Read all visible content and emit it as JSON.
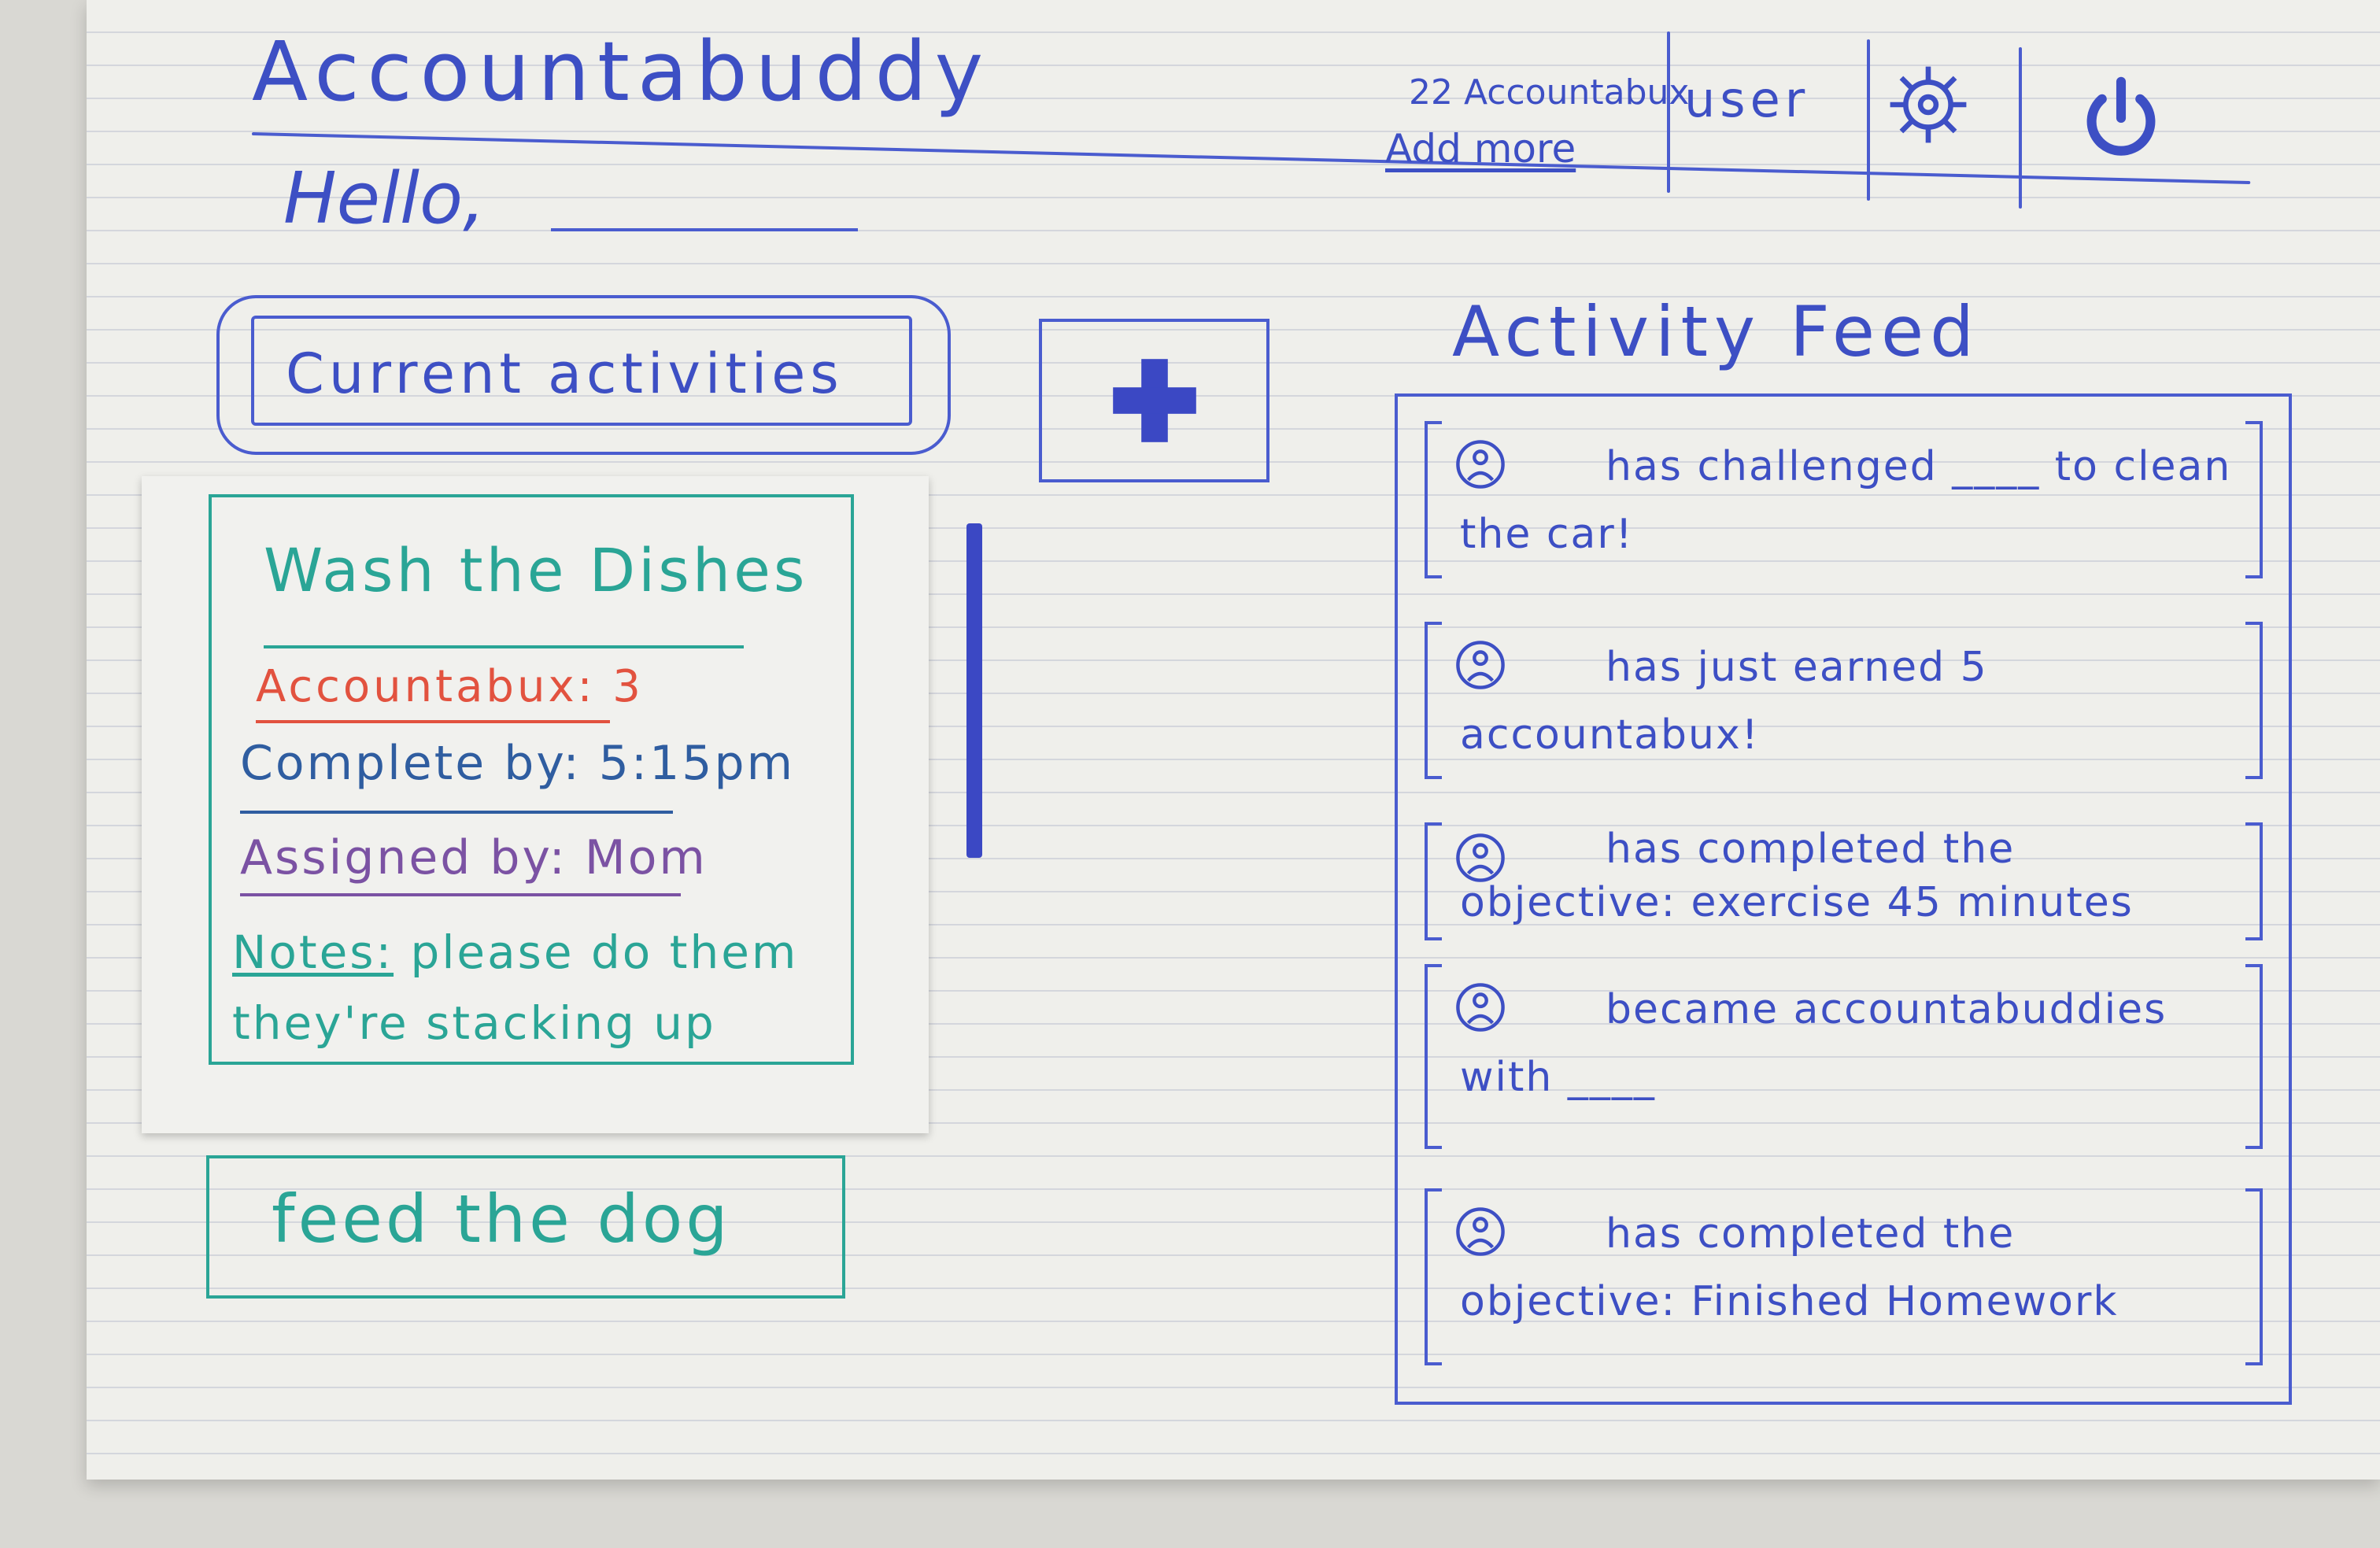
{
  "header": {
    "app_title": "Accountabuddy",
    "bux_count": "22 Accountabux",
    "add_more": "Add more",
    "user": "user",
    "greeting": "Hello,"
  },
  "icons": {
    "settings": "gear-icon",
    "logout": "power-icon",
    "add": "plus-icon",
    "avatar": "user-avatar-icon"
  },
  "colors": {
    "ink_blue": "#3d4fc4",
    "ink_teal": "#2aa596",
    "ink_red": "#e2523f",
    "ink_purple": "#7b52a3"
  },
  "current": {
    "heading": "Current activities",
    "activities": [
      {
        "title": "Wash the Dishes",
        "accountabux_label": "Accountabux: 3",
        "complete_by": "Complete by: 5:15pm",
        "assigned_by": "Assigned by: Mom",
        "notes_label": "Notes:",
        "notes": "please do them they're stacking up"
      },
      {
        "title": "feed the dog"
      }
    ]
  },
  "feed": {
    "title": "Activity Feed",
    "items": [
      {
        "text": "has challenged ____ to clean the car!"
      },
      {
        "text": "has just earned 5 accountabux!"
      },
      {
        "text": "has completed the objective: exercise 45 minutes"
      },
      {
        "text": "became accountabuddies with ____"
      },
      {
        "text": "has completed the objective: Finished Homework"
      }
    ]
  }
}
